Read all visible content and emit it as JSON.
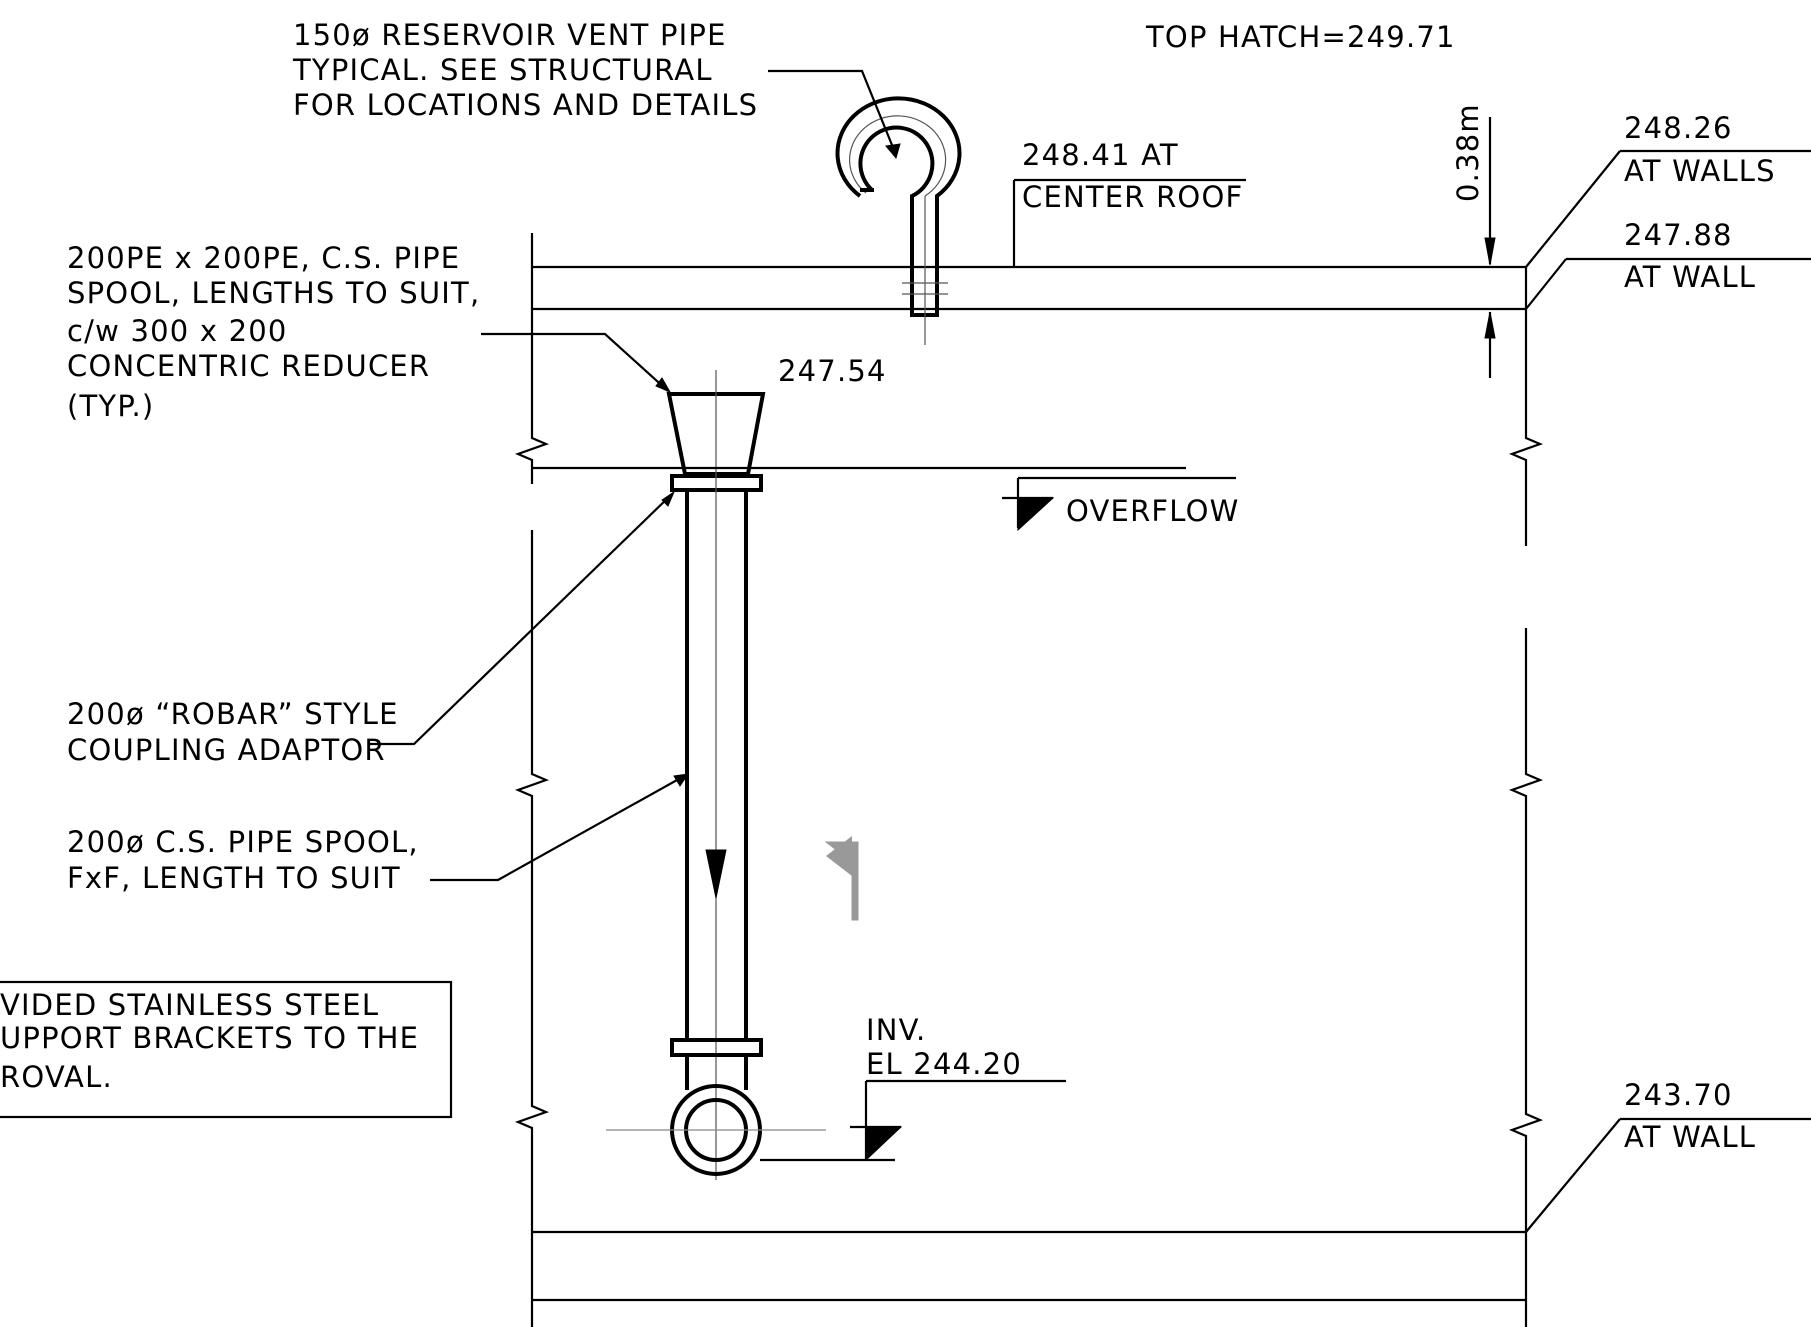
{
  "labels": {
    "vent_pipe": [
      "150ø RESERVOIR VENT PIPE",
      "TYPICAL. SEE STRUCTURAL",
      "FOR LOCATIONS AND DETAILS"
    ],
    "top_hatch": "TOP HATCH=249.71",
    "center_roof": [
      "248.41 AT",
      "CENTER ROOF"
    ],
    "thickness": "0.38m",
    "roof_walls": [
      "248.26",
      "AT WALLS"
    ],
    "roof_wall": [
      "247.88",
      "AT WALL"
    ],
    "pipe_spool_reducer": [
      "200PE x 200PE, C.S. PIPE",
      "SPOOL, LENGTHS TO SUIT,",
      "c/w 300 x 200",
      "CONCENTRIC REDUCER",
      "(TYP.)"
    ],
    "reducer_elev": "247.54",
    "overflow": "OVERFLOW",
    "coupling": [
      "200ø “ROBAR” STYLE",
      "COUPLING ADAPTOR"
    ],
    "pipe_spool": [
      "200ø C.S. PIPE SPOOL,",
      "FxF, LENGTH TO SUIT"
    ],
    "note_box": [
      "VIDED STAINLESS STEEL",
      "UPPORT BRACKETS TO THE",
      "ROVAL."
    ],
    "invert": [
      "INV.",
      "EL 244.20"
    ],
    "floor_wall": [
      "243.70",
      "AT WALL"
    ]
  }
}
